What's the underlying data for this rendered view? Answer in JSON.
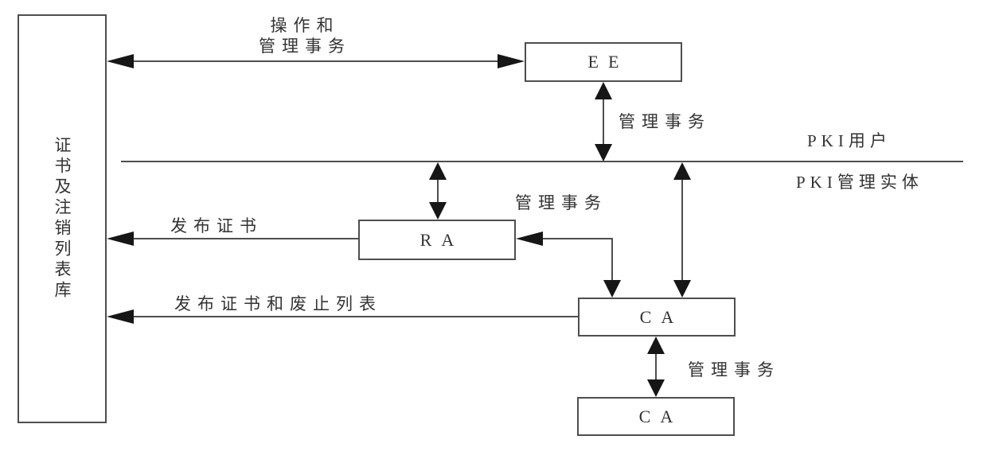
{
  "diagram": {
    "kind": "PKI architecture diagram",
    "boxes": {
      "repository": {
        "label": "证书及注销列表库"
      },
      "ee": {
        "label": "EE"
      },
      "ra": {
        "label": "RA"
      },
      "ca_top": {
        "label": "CA"
      },
      "ca_bottom": {
        "label": "CA"
      }
    },
    "labels": {
      "op_manage_line1": "操作和",
      "op_manage_line2": "管理事务",
      "ee_manage": "管理事务",
      "pki_user": "PKI用户",
      "pki_entity": "PKI管理实体",
      "ra_manage": "管理事务",
      "publish_cert": "发布证书",
      "publish_cert_crl": "发布证书和废止列表",
      "ca_manage": "管理事务"
    },
    "colors": {
      "line": "#4e4e4e",
      "arrow": "#161616",
      "text": "#333333",
      "background": "#ffffff"
    }
  }
}
